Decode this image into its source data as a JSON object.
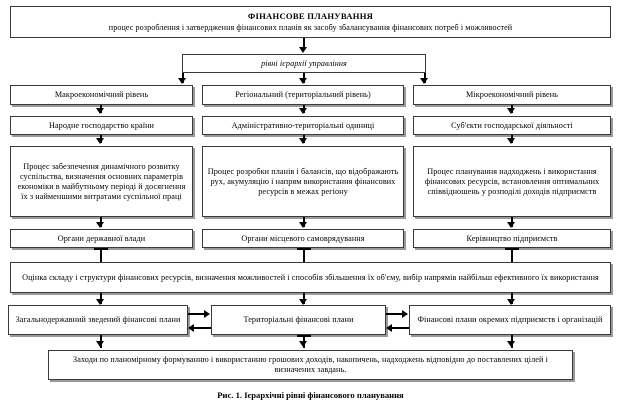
{
  "figure": {
    "title_main": "ФІНАНСОВЕ ПЛАНУВАННЯ",
    "title_sub": "процес розроблення і затвердження фінансових планів як засобу збалансування фінансових потреб і можливостей",
    "hierarchy_label": "рівні ієрархії управління",
    "caption": "Рис. 1. Ієрархічні рівні фінансового планування",
    "columns": [
      {
        "level": "Макроекономічний рівень",
        "entity": "Народне господарство країни",
        "process": "Процес забезпечення динамічного розвитку суспільства, визначення основних параметрів економіки в майбутньому періоді й досягнення їх з найменшими витратами суспільної праці",
        "authority": "Органи державної влади",
        "plan": "Загальнодержавний зведений фінансові плани"
      },
      {
        "level": "Регіональний (територіальний рівень)",
        "entity": "Адміністративно-територіальні одиниці",
        "process": "Процес розробки планів і балансів, що відображають рух, акумуляцію і напрям використання фінансових ресурсів в межах регіону",
        "authority": "Органи місцевого самоврядування",
        "plan": "Територіальні фінансові плани"
      },
      {
        "level": "Мікроекономічний рівень",
        "entity": "Суб'єкти господарської діяльності",
        "process": "Процес планування надходжень і використання фінансових ресурсів, встановлення оптимальних співвідношень у розподілі доходів підприємств",
        "authority": "Керівництво підприємств",
        "plan": "Фінансові плани окремих підприємств і організацій"
      }
    ],
    "assessment": "Оцінка складу і структури фінансових ресурсів, визначення можливостей і способів збільшення їх об'єму, вибір напрямів найбільш ефективного їх використання",
    "measures": "Заходи по планомірному формуванню і використанню грошових доходів, накопичень, надходжень відповідно до поставлених цілей і визначених завдань."
  }
}
